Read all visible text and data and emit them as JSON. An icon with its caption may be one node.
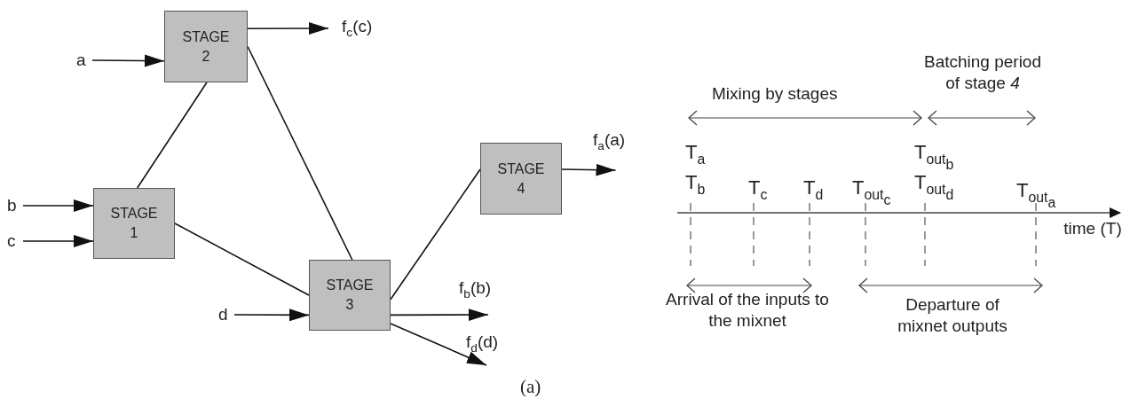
{
  "diagram": {
    "caption": "(a)",
    "nodes": [
      {
        "text": [
          "STAGE 2"
        ]
      },
      {
        "text": [
          "f$_{c}$(c)"
        ]
      },
      {
        "text": [
          "a"
        ]
      },
      {
        "text": [
          "f$_{a}$(a)"
        ]
      },
      {
        "text": [
          "STAGE 4"
        ]
      },
      {
        "text": [
          "STAGE 1"
        ]
      },
      {
        "text": [
          "b"
        ]
      },
      {
        "text": [
          "c"
        ]
      },
      {
        "text": [
          "STAGE 3"
        ]
      },
      {
        "text": [
          "f$_{b}$(b)"
        ]
      },
      {
        "text": [
          "d"
        ]
      },
      {
        "text": [
          "f$_{d}$(d)"
        ]
      }
    ],
    "edges": [
      {
        "from": 2,
        "to": 0,
        "arrow": "to"
      },
      {
        "from": 0,
        "to": 1,
        "arrow": "to"
      },
      {
        "from": 5,
        "to": 0,
        "arrow": "none"
      },
      {
        "from": 0,
        "to": 8,
        "arrow": "none"
      },
      {
        "from": 6,
        "to": 5,
        "arrow": "to"
      },
      {
        "from": 7,
        "to": 5,
        "arrow": "to"
      },
      {
        "from": 5,
        "to": 8,
        "arrow": "none"
      },
      {
        "from": 10,
        "to": 8,
        "arrow": "to"
      },
      {
        "from": 8,
        "to": 4,
        "arrow": "none"
      },
      {
        "from": 4,
        "to": 3,
        "arrow": "to"
      },
      {
        "from": 8,
        "to": 9,
        "arrow": "to"
      },
      {
        "from": 8,
        "to": 11,
        "arrow": "to"
      }
    ],
    "labels": [
      "Batching period of stage *4*",
      "Mixing by stages",
      "T$_{a}$",
      "T$_{out}$$_{b}$",
      "T$_{b}$",
      "T$_{c}$",
      "T$_{d}$",
      "T$_{out}$$_{c}$",
      "T$_{out}$$_{d}$",
      "T$_{out}$$_{a}$",
      "time (T)",
      "Arrival of the inputs to the mixnet",
      "Departure of mixnet outputs"
    ]
  }
}
